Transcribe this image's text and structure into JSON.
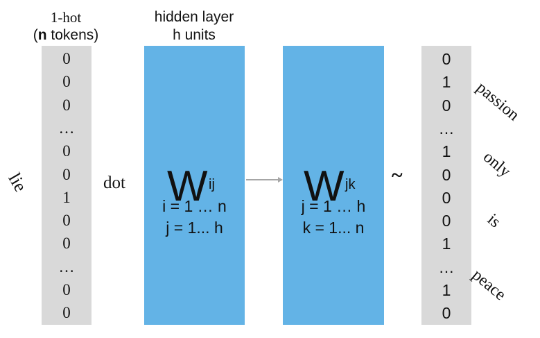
{
  "input_header": {
    "line1": "1-hot",
    "line2_bold": "n",
    "line2_rest": " tokens)",
    "line2_open": "("
  },
  "hidden_header": {
    "line1": "hidden layer",
    "line2": "h units"
  },
  "input_vector": [
    "0",
    "0",
    "0",
    "…",
    "0",
    "0",
    "1",
    "0",
    "0",
    "…",
    "0",
    "0"
  ],
  "output_vector": [
    "0",
    "1",
    "0",
    "…",
    "1",
    "0",
    "0",
    "0",
    "1",
    "…",
    "1",
    "0"
  ],
  "input_word": "lie",
  "operator": "dot",
  "approx": "~",
  "matrix1": {
    "symbol": "W",
    "sub": "ij",
    "line1": "i = 1 … n",
    "line2": "j = 1... h"
  },
  "matrix2": {
    "symbol": "W",
    "sub": "jk",
    "line1": "j = 1 … h",
    "line2": "k = 1... n"
  },
  "context_words": [
    "passion",
    "only",
    "is",
    "peace"
  ],
  "colors": {
    "vector": "#d9d9d9",
    "matrix": "#63b3e6",
    "arrow": "#a6a6a6"
  }
}
